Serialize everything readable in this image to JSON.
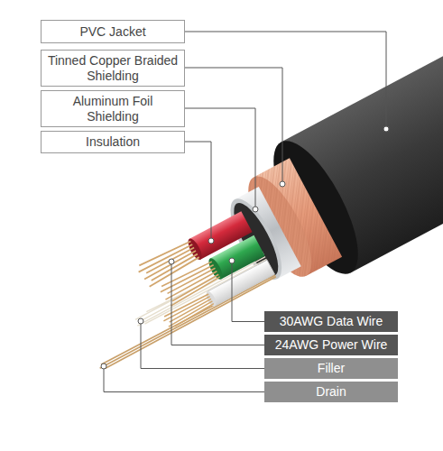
{
  "diagram": {
    "nodes": [
      {
        "text": [
          "PVC Jacket"
        ]
      },
      {
        "text": [
          "Tinned Copper Braided Shielding"
        ]
      },
      {
        "text": [
          "Aluminum Foil Shielding"
        ]
      },
      {
        "text": [
          "Insulation"
        ]
      },
      {
        "text": [
          "30AWG Data Wire"
        ]
      },
      {
        "text": [
          "24AWG Power Wire"
        ]
      },
      {
        "text": [
          "Filler"
        ]
      },
      {
        "text": [
          "Drain"
        ]
      }
    ]
  }
}
